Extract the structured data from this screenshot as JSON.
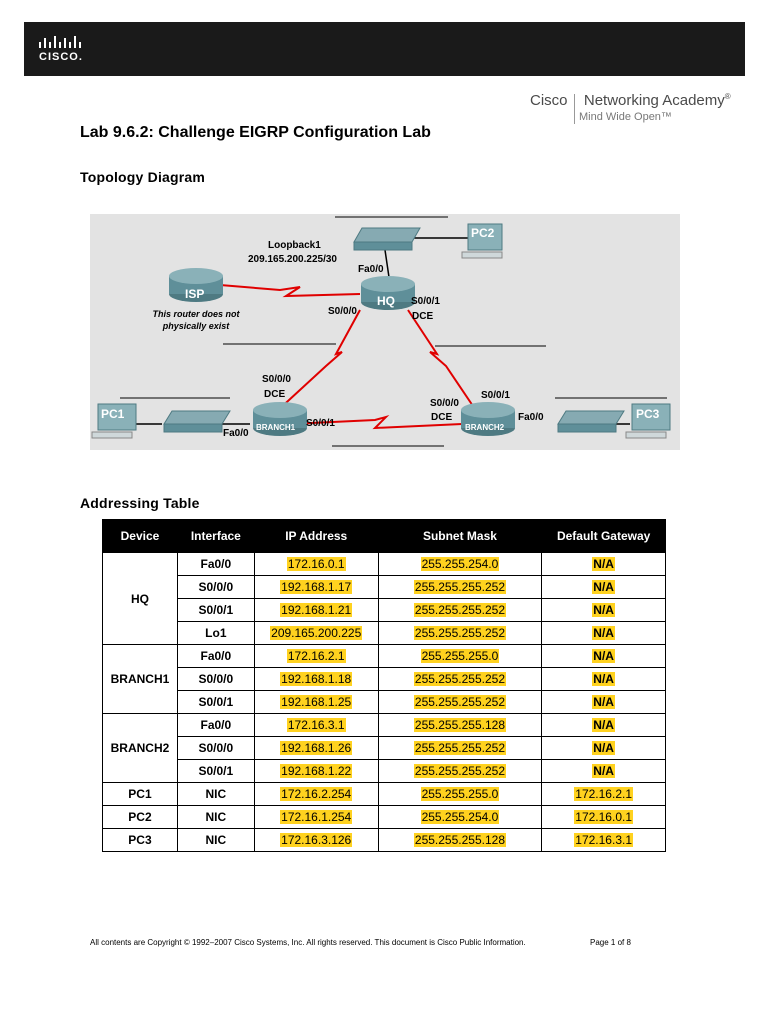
{
  "header": {
    "cisco_wordmark": "CISCO.",
    "academy_name": "Cisco",
    "academy_name2": "Networking Academy",
    "academy_reg": "®",
    "academy_tagline": "Mind Wide Open™"
  },
  "title": "Lab 9.6.2: Challenge EIGRP Configuration Lab",
  "sections": {
    "topology": "Topology Diagram",
    "addressing": "Addressing Table"
  },
  "topology": {
    "loopback_label": "Loopback1",
    "loopback_ip": "209.165.200.225/30",
    "hq_fa": "Fa0/0",
    "hq_name": "HQ",
    "hq_s000": "S0/0/0",
    "hq_s001": "S0/0/1",
    "hq_dce": "DCE",
    "isp_name": "ISP",
    "isp_note1": "This router does not",
    "isp_note2": "physically exist",
    "b1_s000": "S0/0/0",
    "b1_dce": "DCE",
    "b1_name": "BRANCH1",
    "b1_fa": "Fa0/0",
    "b1_s001": "S0/0/1",
    "b2_s001": "S0/0/1",
    "b2_s000": "S0/0/0",
    "b2_dce": "DCE",
    "b2_name": "BRANCH2",
    "b2_fa": "Fa0/0",
    "pc1": "PC1",
    "pc2": "PC2",
    "pc3": "PC3",
    "colors": {
      "serial": "#e00000",
      "router": "#5f8f99",
      "switch": "#6f9aa2",
      "pc_label": "#3a6aa8"
    }
  },
  "table": {
    "headers": [
      "Device",
      "Interface",
      "IP Address",
      "Subnet Mask",
      "Default Gateway"
    ],
    "rows": [
      {
        "device": "HQ",
        "iface": "Fa0/0",
        "ip": "172.16.0.1",
        "mask": "255.255.254.0",
        "gw": "N/A"
      },
      {
        "device": "",
        "iface": "S0/0/0",
        "ip": "192.168.1.17",
        "mask": "255.255.255.252",
        "gw": "N/A"
      },
      {
        "device": "",
        "iface": "S0/0/1",
        "ip": "192.168.1.21",
        "mask": "255.255.255.252",
        "gw": "N/A"
      },
      {
        "device": "",
        "iface": "Lo1",
        "ip": "209.165.200.225",
        "mask": "255.255.255.252",
        "gw": "N/A"
      },
      {
        "device": "BRANCH1",
        "iface": "Fa0/0",
        "ip": "172.16.2.1",
        "mask": "255.255.255.0",
        "gw": "N/A"
      },
      {
        "device": "",
        "iface": "S0/0/0",
        "ip": "192.168.1.18",
        "mask": "255.255.255.252",
        "gw": "N/A"
      },
      {
        "device": "",
        "iface": "S0/0/1",
        "ip": "192.168.1.25",
        "mask": "255.255.255.252",
        "gw": "N/A"
      },
      {
        "device": "BRANCH2",
        "iface": "Fa0/0",
        "ip": "172.16.3.1",
        "mask": "255.255.255.128",
        "gw": "N/A"
      },
      {
        "device": "",
        "iface": "S0/0/0",
        "ip": "192.168.1.26",
        "mask": "255.255.255.252",
        "gw": "N/A"
      },
      {
        "device": "",
        "iface": "S0/0/1",
        "ip": "192.168.1.22",
        "mask": "255.255.255.252",
        "gw": "N/A"
      },
      {
        "device": "PC1",
        "iface": "NIC",
        "ip": "172.16.2.254",
        "mask": "255.255.255.0",
        "gw": "172.16.2.1"
      },
      {
        "device": "PC2",
        "iface": "NIC",
        "ip": "172.16.1.254",
        "mask": "255.255.254.0",
        "gw": "172.16.0.1"
      },
      {
        "device": "PC3",
        "iface": "NIC",
        "ip": "172.16.3.126",
        "mask": "255.255.255.128",
        "gw": "172.16.3.1"
      }
    ],
    "highlight_color": "#ffd21f"
  },
  "footer": {
    "copyright": "All contents are Copyright © 1992–2007 Cisco Systems, Inc. All rights reserved. This document is Cisco Public Information.",
    "page": "Page 1 of 8"
  }
}
